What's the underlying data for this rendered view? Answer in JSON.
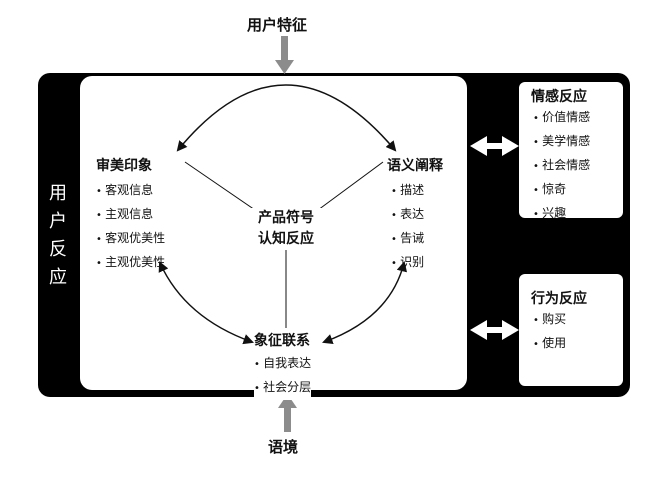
{
  "top_label": "用户特征",
  "bottom_label": "语境",
  "side_label": [
    "用",
    "户",
    "反",
    "应"
  ],
  "center_label": [
    "产品符号",
    "认知反应"
  ],
  "aesthetic": {
    "title": "审美印象",
    "items": [
      "客观信息",
      "主观信息",
      "客观优美性",
      "主观优美性"
    ]
  },
  "semantic": {
    "title": "语义阐释",
    "items": [
      "描述",
      "表达",
      "告诫",
      "识别"
    ]
  },
  "symbolic": {
    "title": "象征联系",
    "items": [
      "自我表达",
      "社会分层"
    ]
  },
  "emotional": {
    "title": "情感反应",
    "items": [
      "价值情感",
      "美学情感",
      "社会情感",
      "惊奇",
      "兴趣"
    ]
  },
  "behavioral": {
    "title": "行为反应",
    "items": [
      "购买",
      "使用"
    ]
  },
  "colors": {
    "frame": "#000000",
    "arrow_gray": "#8c8c8c",
    "panel": "#ffffff"
  }
}
